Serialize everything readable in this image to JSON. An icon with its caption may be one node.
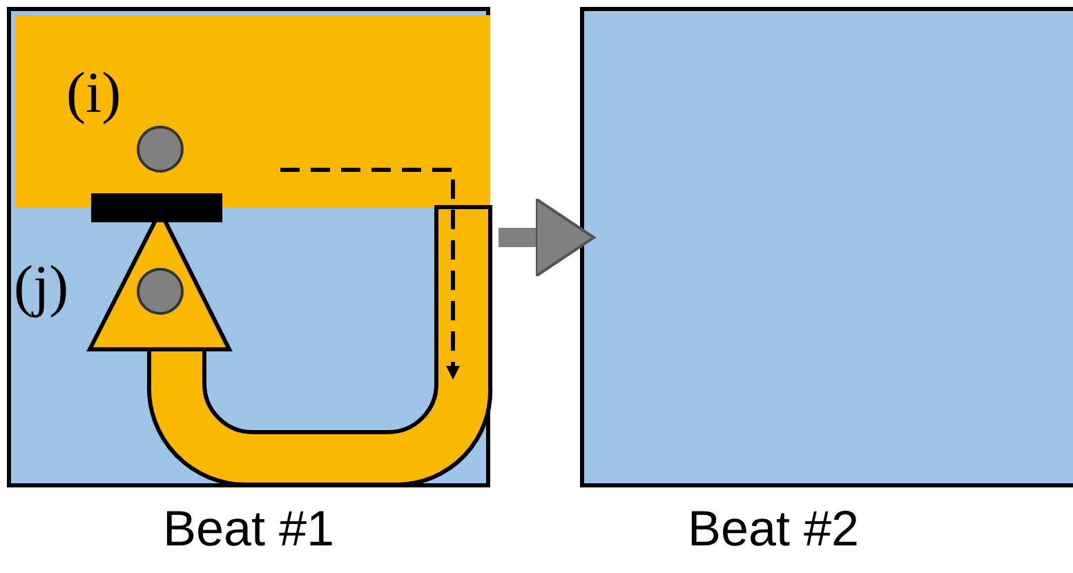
{
  "diagram": {
    "nodes": [
      {
        "text": [
          "Beat #1"
        ]
      },
      {
        "text": [
          "Beat #2"
        ]
      }
    ],
    "edges": [
      {
        "from": 0,
        "to": 1,
        "arrow": "to"
      }
    ],
    "labels": [
      "(i)",
      "(j)"
    ]
  }
}
